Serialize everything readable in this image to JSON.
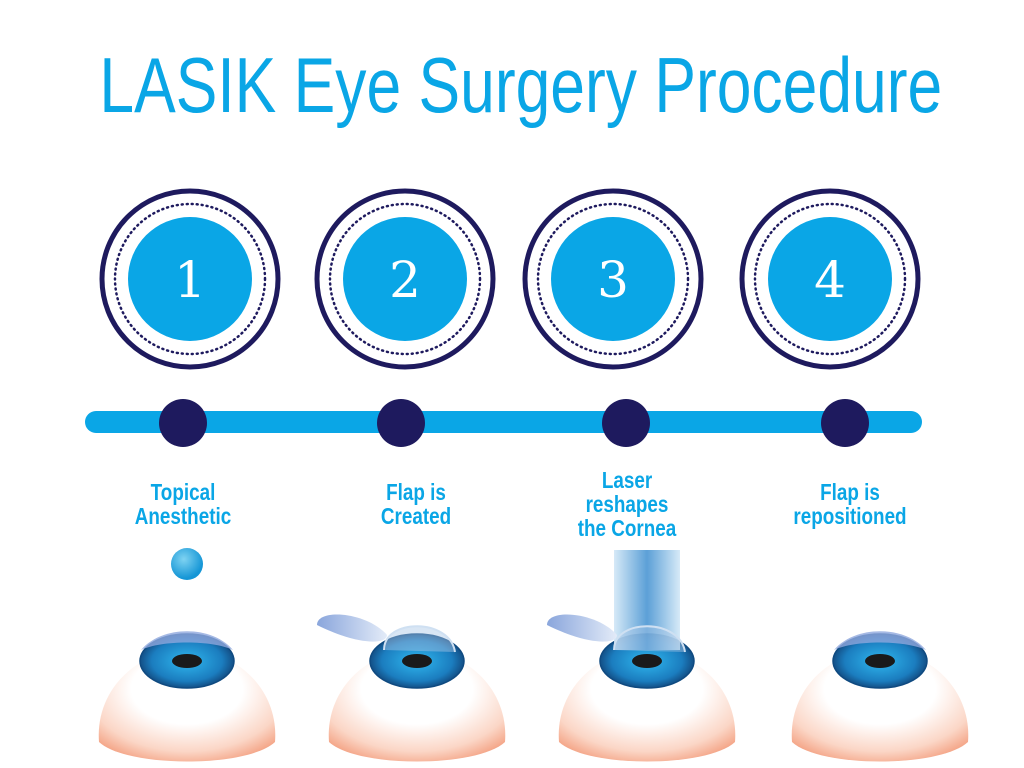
{
  "title": "LASIK Eye Surgery Procedure",
  "colors": {
    "accent": "#0aa6e6",
    "navy": "#1e1a5e",
    "skin": "#f7b49a",
    "iris": "#1a7fc0"
  },
  "steps": [
    {
      "number": "1",
      "label_lines": [
        "Topical",
        "Anesthetic"
      ],
      "illustration": "eye-drop"
    },
    {
      "number": "2",
      "label_lines": [
        "Flap is",
        "Created"
      ],
      "illustration": "flap-lifted"
    },
    {
      "number": "3",
      "label_lines": [
        "Laser",
        "reshapes",
        "the Cornea"
      ],
      "illustration": "laser-beam"
    },
    {
      "number": "4",
      "label_lines": [
        "Flap is",
        "repositioned"
      ],
      "illustration": "flap-closed"
    }
  ]
}
